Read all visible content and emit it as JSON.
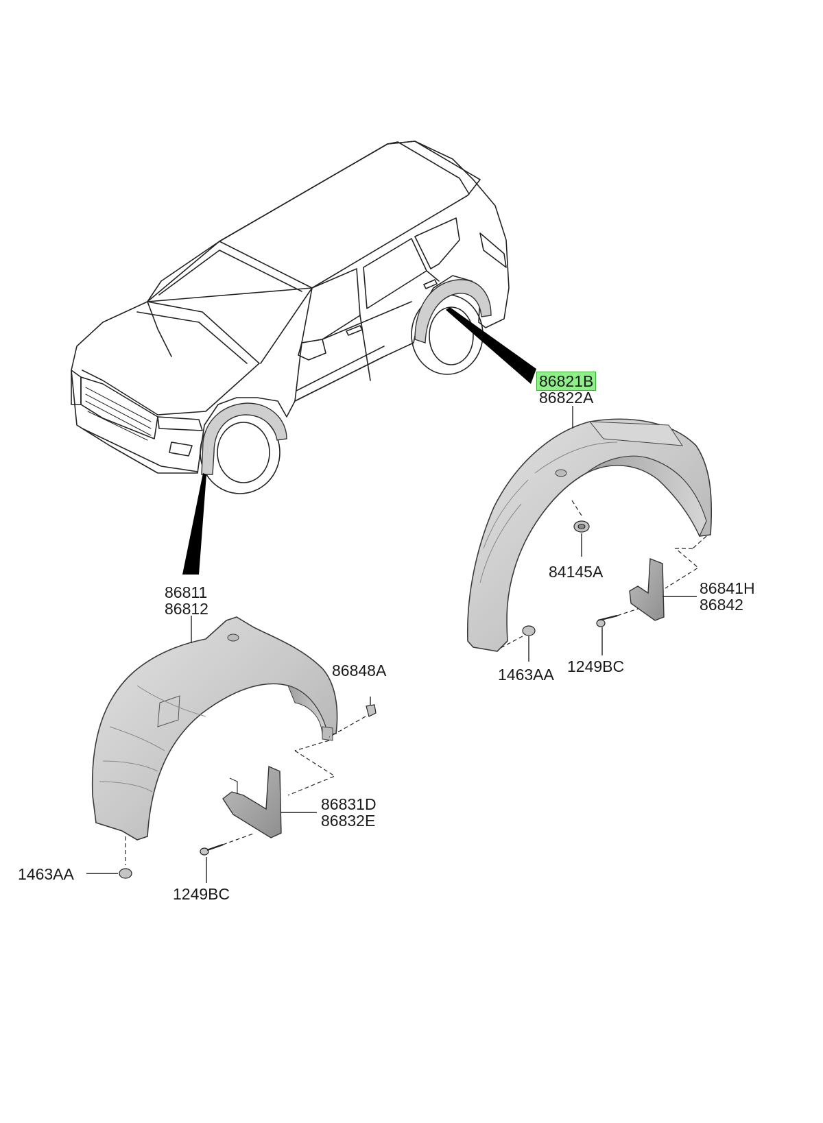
{
  "diagram": {
    "highlight_color": "#8ff08a",
    "callouts": {
      "rear_guard": {
        "line1": "86821B",
        "line2": "86822A",
        "highlighted": "86821B"
      },
      "rear_nut": "84145A",
      "rear_mudguard": {
        "line1": "86841H",
        "line2": "86842"
      },
      "rear_screw": "1249BC",
      "rear_clip": "1463AA",
      "front_guard": {
        "line1": "86811",
        "line2": "86812"
      },
      "front_clip_top": "86848A",
      "front_mudguard": {
        "line1": "86831D",
        "line2": "86832E"
      },
      "front_clip": "1463AA",
      "front_screw": "1249BC"
    }
  }
}
